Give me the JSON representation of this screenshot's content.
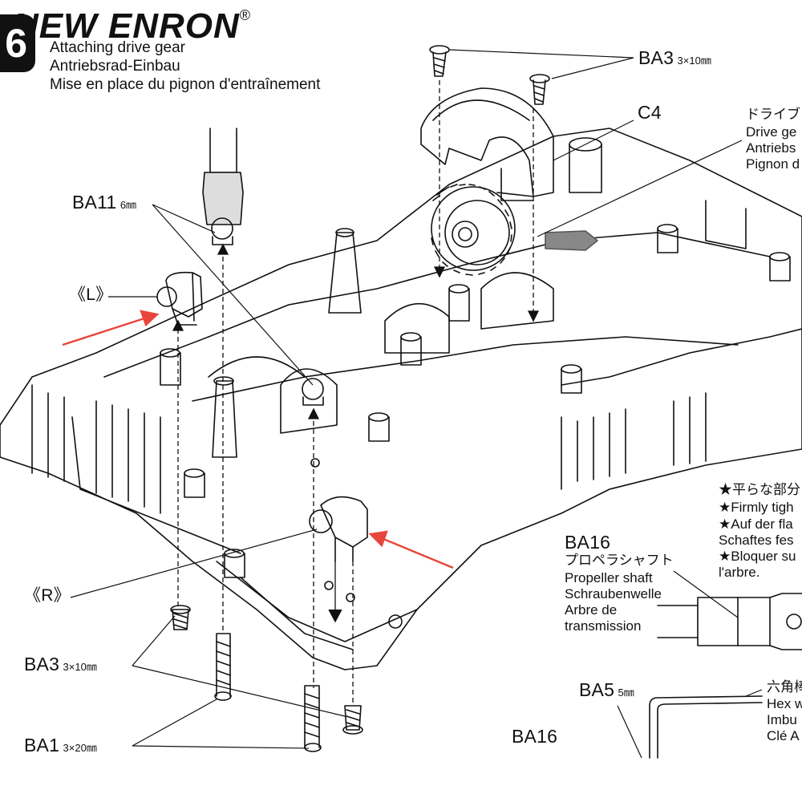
{
  "watermark": {
    "brand": "NEW ENRON",
    "registered_mark": "®"
  },
  "step": {
    "number": "6",
    "titles": [
      "Attaching drive gear",
      "Antriebsrad-Einbau",
      "Mise en place du pignon d'entraînement"
    ]
  },
  "parts": {
    "ba3_top": {
      "code": "BA3",
      "size": "3×10㎜"
    },
    "c4": {
      "code": "C4"
    },
    "ba11": {
      "code": "BA11",
      "size": "6㎜"
    },
    "ba3_bottom": {
      "code": "BA3",
      "size": "3×10㎜"
    },
    "ba1": {
      "code": "BA1",
      "size": "3×20㎜"
    },
    "ba16_label": {
      "code": "BA16"
    },
    "ba5": {
      "code": "BA5",
      "size": "5㎜"
    },
    "ba16_bottom": {
      "code": "BA16"
    }
  },
  "side_labels": {
    "left": "《L》",
    "right": "《R》"
  },
  "drive_gear_callout": [
    "ドライブ",
    "Drive ge",
    "Antriebs",
    "Pignon d"
  ],
  "ba16_callout": [
    "プロペラシャフト",
    "Propeller shaft",
    "Schraubenwelle",
    "Arbre de",
    "transmission"
  ],
  "note_callout": [
    "★平らな部分",
    "★Firmly tigh",
    "★Auf der fla",
    "Schaftes fes",
    "★Bloquer su",
    "l'arbre."
  ],
  "hex_callout": [
    "六角棒",
    "Hex w",
    "Imbu",
    "Clé A"
  ],
  "colors": {
    "arrow": "#e8453c",
    "line": "#111111",
    "fill": "#ffffff",
    "grease": "#888888"
  }
}
